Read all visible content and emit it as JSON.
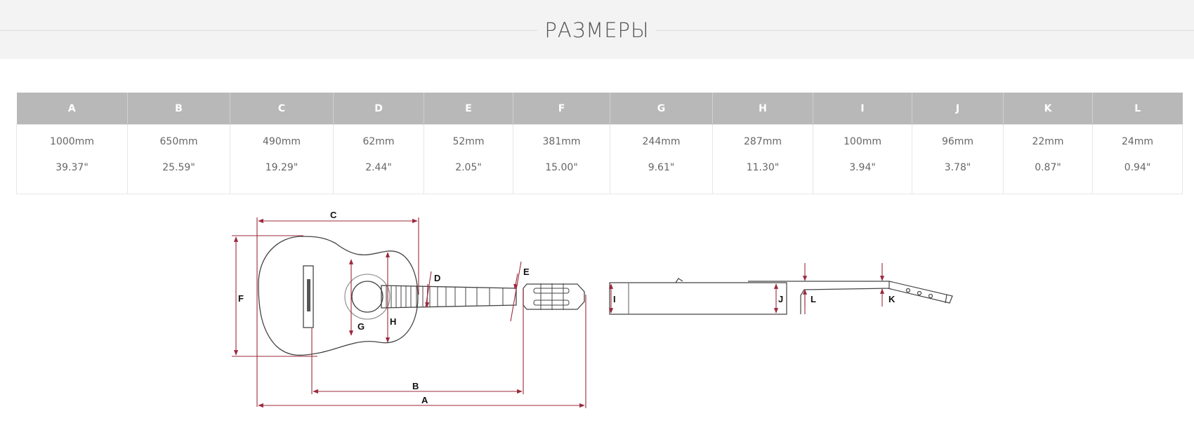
{
  "page": {
    "title": "РАЗМЕРЫ"
  },
  "dimensions": {
    "columns": [
      {
        "key": "A",
        "mm": "1000mm",
        "inch": "39.37\""
      },
      {
        "key": "B",
        "mm": "650mm",
        "inch": "25.59\""
      },
      {
        "key": "C",
        "mm": "490mm",
        "inch": "19.29\""
      },
      {
        "key": "D",
        "mm": "62mm",
        "inch": "2.44\""
      },
      {
        "key": "E",
        "mm": "52mm",
        "inch": "2.05\""
      },
      {
        "key": "F",
        "mm": "381mm",
        "inch": "15.00\""
      },
      {
        "key": "G",
        "mm": "244mm",
        "inch": "9.61\""
      },
      {
        "key": "H",
        "mm": "287mm",
        "inch": "11.30\""
      },
      {
        "key": "I",
        "mm": "100mm",
        "inch": "3.94\""
      },
      {
        "key": "J",
        "mm": "96mm",
        "inch": "3.78\""
      },
      {
        "key": "K",
        "mm": "22mm",
        "inch": "0.87\""
      },
      {
        "key": "L",
        "mm": "24mm",
        "inch": "0.94\""
      }
    ]
  },
  "diagram": {
    "labels": {
      "A": "A",
      "B": "B",
      "C": "C",
      "D": "D",
      "E": "E",
      "F": "F",
      "G": "G",
      "H": "H",
      "I": "I",
      "J": "J",
      "K": "K",
      "L": "L"
    },
    "colors": {
      "dimension_line": "#9b2a3e",
      "outline": "#444444"
    }
  }
}
